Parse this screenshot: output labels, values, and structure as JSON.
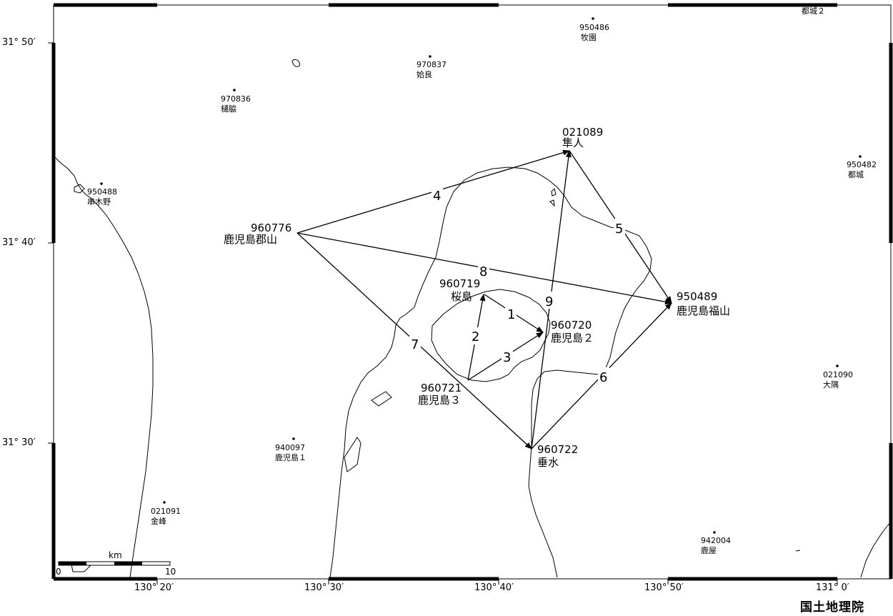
{
  "credit": "国土地理院",
  "latitude_labels": [
    "31° 50′",
    "31° 40′",
    "31° 30′"
  ],
  "longitude_labels": [
    "130° 20′",
    "130° 30′",
    "130° 40′",
    "130° 50′",
    "131° 0′"
  ],
  "scale_bar": {
    "unit": "km",
    "start": "0",
    "end": "10"
  },
  "stations_background": [
    {
      "id": "950486",
      "name": "牧園"
    },
    {
      "id": "970837",
      "name": "姶良"
    },
    {
      "id": "970836",
      "name": "樋脇"
    },
    {
      "id": "950488",
      "name": "串木野"
    },
    {
      "id": "950482",
      "name": "都城"
    },
    {
      "id": "",
      "name": "都城２"
    },
    {
      "id": "021090",
      "name": "大隅"
    },
    {
      "id": "940097",
      "name": "鹿児島１"
    },
    {
      "id": "021091",
      "name": "金峰"
    },
    {
      "id": "942004",
      "name": "鹿屋"
    }
  ],
  "stations_network": [
    {
      "id": "021089",
      "name": "隼人"
    },
    {
      "id": "960776",
      "name": "鹿児島郡山"
    },
    {
      "id": "950489",
      "name": "鹿児島福山"
    },
    {
      "id": "960719",
      "name": "桜島"
    },
    {
      "id": "960720",
      "name": "鹿児島２"
    },
    {
      "id": "960721",
      "name": "鹿児島３"
    },
    {
      "id": "960722",
      "name": "垂水"
    }
  ],
  "baselines": [
    {
      "label": "1",
      "from": "960719",
      "to": "960720"
    },
    {
      "label": "2",
      "from": "960721",
      "to": "960719"
    },
    {
      "label": "3",
      "from": "960721",
      "to": "960720"
    },
    {
      "label": "4",
      "from": "960776",
      "to": "021089"
    },
    {
      "label": "5",
      "from": "021089",
      "to": "950489"
    },
    {
      "label": "6",
      "from": "960722",
      "to": "950489"
    },
    {
      "label": "7",
      "from": "960776",
      "to": "960722"
    },
    {
      "label": "8",
      "from": "960776",
      "to": "950489"
    },
    {
      "label": "9",
      "from": "960722",
      "to": "021089"
    }
  ]
}
